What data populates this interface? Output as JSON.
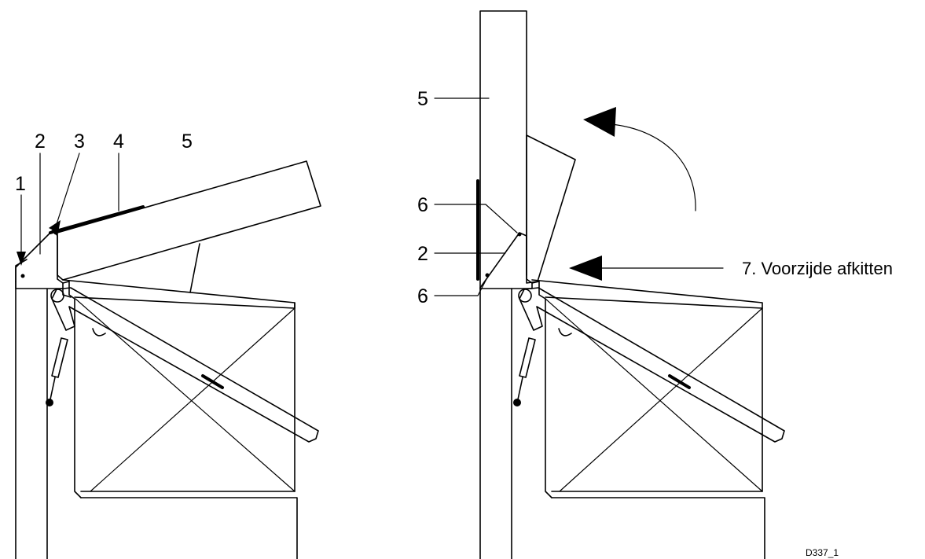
{
  "labels": {
    "l1": "1",
    "l2": "2",
    "l3": "3",
    "l4": "4",
    "l5": "5",
    "r5": "5",
    "r6a": "6",
    "r2": "2",
    "r6b": "6",
    "r7": "7. Voorzijde afkitten"
  },
  "drawing_code": "D337_1"
}
